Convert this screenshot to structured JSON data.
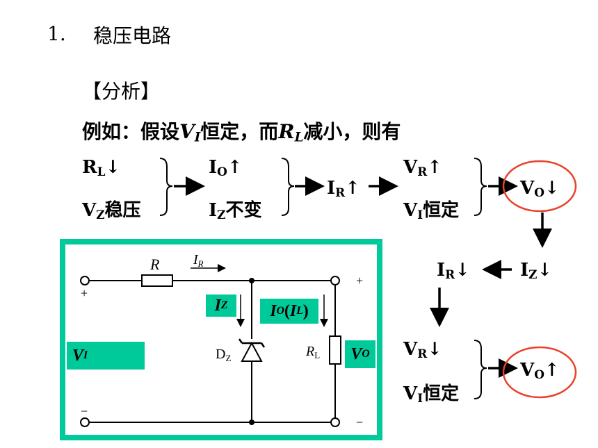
{
  "heading": {
    "number": "1.",
    "title": "稳压电路"
  },
  "analysis_label": "【分析】",
  "example": {
    "prefix": "例如：假设",
    "vi": "V",
    "vi_sub": "I",
    "middle": "恒定，而",
    "rl": "R",
    "rl_sub": "L",
    "suffix": "减小，则有"
  },
  "flow": {
    "rl_down": {
      "main": "R",
      "sub": "L",
      "tail": "↓"
    },
    "vz_stable": {
      "main": "V",
      "sub": "Z",
      "tail": "稳压"
    },
    "io_up": {
      "main": "I",
      "sub": "O",
      "tail": "↑"
    },
    "iz_constant": {
      "main": "I",
      "sub": "Z",
      "tail": "不变"
    },
    "ir_up": {
      "main": "I",
      "sub": "R",
      "tail": "↑"
    },
    "vr_up": {
      "main": "V",
      "sub": "R",
      "tail": "↑"
    },
    "vi_const_1": {
      "main": "V",
      "sub": "I",
      "tail": "恒定"
    },
    "vo_down": {
      "main": "V",
      "sub": "O",
      "tail": "↓"
    },
    "ir_down": {
      "main": "I",
      "sub": "R",
      "tail": "↓"
    },
    "iz_down": {
      "main": "I",
      "sub": "Z",
      "tail": "↓"
    },
    "vr_down": {
      "main": "V",
      "sub": "R",
      "tail": "↓"
    },
    "vi_const_2": {
      "main": "V",
      "sub": "I",
      "tail": "恒定"
    },
    "vo_up": {
      "main": "V",
      "sub": "O",
      "tail": "↑"
    }
  },
  "circuit": {
    "resistor_label": "R",
    "ir_label": "I",
    "ir_sub": "R",
    "iz_label": "I",
    "iz_sub": "Z",
    "io_label": "I",
    "io_sub": "O",
    "io_paren_open": "(",
    "il_label": "I",
    "il_sub": "L",
    "io_paren_close": ")",
    "vi_label": "V",
    "vi_sub": "I",
    "vo_label": "V",
    "vo_sub": "O",
    "dz_label": "D",
    "dz_sub": "Z",
    "rl_label": "R",
    "rl_sub": "L",
    "plus_left": "+",
    "minus_left": "−",
    "plus_right": "+",
    "minus_right": "−"
  },
  "colors": {
    "teal": "#00c99a",
    "highlight_circle": "#e8432c"
  }
}
